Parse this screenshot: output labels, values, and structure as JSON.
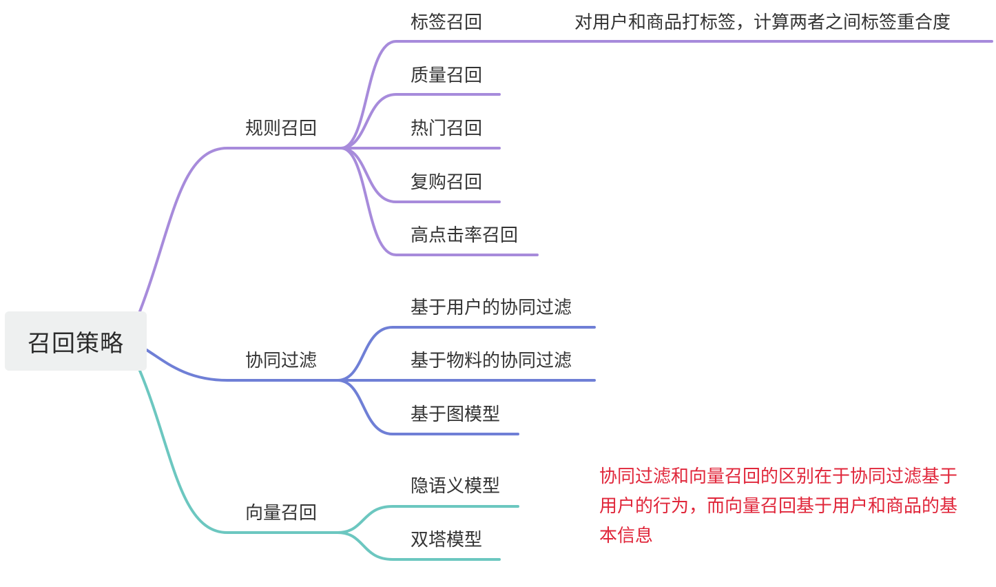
{
  "root": {
    "label": "召回策略"
  },
  "colors": {
    "rule_branch": "#a78bdb",
    "cf_branch": "#6f7fd6",
    "vector_branch": "#6cc7c0",
    "note_text": "#e0263a"
  },
  "branches": {
    "rule": {
      "label": "规则召回",
      "children": [
        "标签召回",
        "质量召回",
        "热门召回",
        "复购召回",
        "高点击率召回"
      ],
      "detail": "对用户和商品打标签，计算两者之间标签重合度"
    },
    "cf": {
      "label": "协同过滤",
      "children": [
        "基于用户的协同过滤",
        "基于物料的协同过滤",
        "基于图模型"
      ]
    },
    "vector": {
      "label": "向量召回",
      "children": [
        "隐语义模型",
        "双塔模型"
      ]
    }
  },
  "note": {
    "text": "协同过滤和向量召回的区别在于协同过滤基于用户的行为，而向量召回基于用户和商品的基本信息"
  }
}
